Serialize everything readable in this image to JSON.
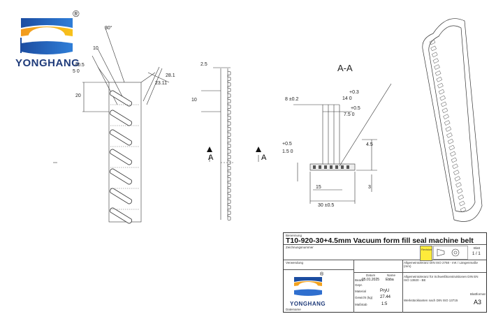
{
  "brand": {
    "name": "YONGHANG",
    "registered": "®"
  },
  "view_label": "A-A",
  "section_markers": [
    "A",
    "A"
  ],
  "dimensions": {
    "angle": "30°",
    "d10": "10",
    "tol_top": "+0.5",
    "tol_val": "5  0",
    "d20": "20",
    "d28_1": "28.1",
    "d23_11": "23.11",
    "d2_5": "2.5",
    "d10b": "10",
    "d8": "8 ±0.2",
    "d14": "14  0",
    "d14_tol": "+0.3",
    "d7_5_tol": "+0.5",
    "d7_5": "7.5  0",
    "d1_5_tol": "+0.5",
    "d1_5": "1.5  0",
    "d4_5": "4.5",
    "d15": "15",
    "d3": "3",
    "d30": "30 ±0.5"
  },
  "title_block": {
    "header_label": "Benennung",
    "title": "T10-920-30+4.5mm Vacuum form fill seal machine belt",
    "drawing_no_label": "Zeichnungsnummer",
    "usage_label": "Verwendung",
    "revision_label": "Revision",
    "sheet_label": "Blatt",
    "sheet": "1 / 1",
    "date_label": "Datum",
    "name_label": "Name",
    "created_label": "Bearb.",
    "created_date": "05.01.2025",
    "created_name": "Ebba",
    "checked_label": "Gepr.",
    "material_label": "Material",
    "material": "PryU",
    "weight_label": "Gewicht (kg)",
    "weight": "27.44",
    "scale_label": "Maßstab",
    "scale": "1:5",
    "format_label": "Blattformat",
    "format": "A3",
    "tolerance_label": "Allgemeintoleranz DIN ISO 2768 - mK / Längenmaße (mm)",
    "weld_label": "Allgemeintoleranz für Schweißkonstruktionen DIN EN ISO 13920 - BE",
    "surface_label": "Werkstückkanten nach DIN ISO 13715",
    "file_label": "Dateiname"
  }
}
